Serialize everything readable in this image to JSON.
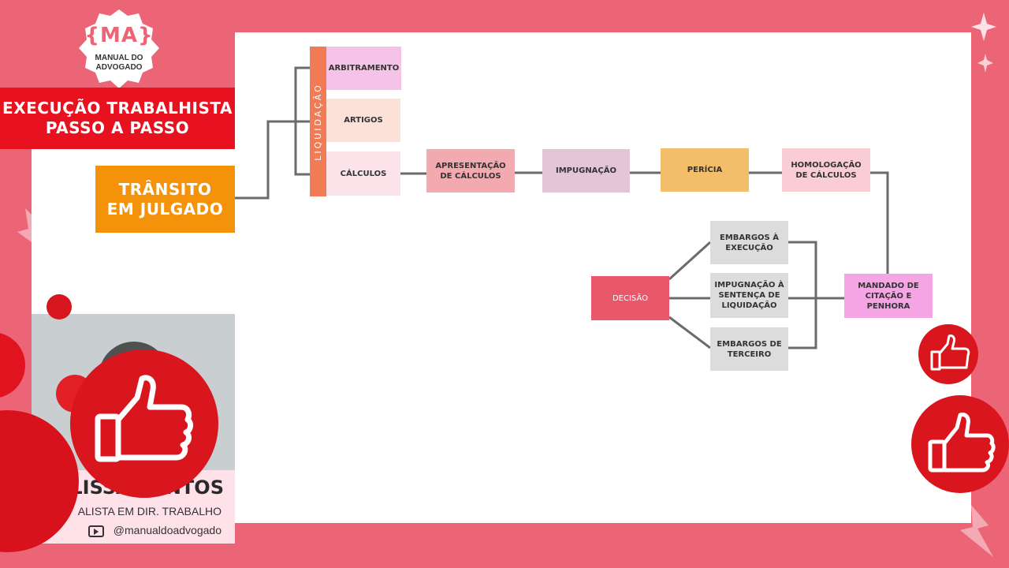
{
  "branding": {
    "logo_mark": "{MA}",
    "logo_text_line1": "MANUAL DO",
    "logo_text_line2": "ADVOGADO",
    "title_line1": "EXECUÇÃO TRABALHISTA",
    "title_line2": "PASSO A PASSO"
  },
  "diagram": {
    "start": "TRÂNSITO\nEM JULGADO",
    "liquidacao_label": "LIQUIDAÇÃO",
    "liquidacao_options": [
      "ARBITRAMENTO",
      "ARTIGOS",
      "CÁLCULOS"
    ],
    "flow": [
      "APRESENTAÇÃO\nDE CÁLCULOS",
      "IMPUGNAÇÃO",
      "PERÍCIA",
      "HOMOLOGAÇÃO\nDE CÁLCULOS"
    ],
    "mandado": "MANDADO DE\nCITAÇÃO E\nPENHORA",
    "defesas": [
      "EMBARGOS À\nEXECUÇÃO",
      "IMPUGNAÇÃO À\nSENTENÇA DE\nLIQUIDAÇÃO",
      "EMBARGOS DE\nTERCEIRO"
    ],
    "decisao": "DECISÃO"
  },
  "presenter": {
    "name": "LISSA SANTOS",
    "role": "ALISTA EM DIR. TRABALHO",
    "handle": "@manualdoadvogado"
  },
  "colors": {
    "background": "#ec6577",
    "title_band": "#e8111f",
    "start_node": "#f4930a",
    "liquidacao_bar": "#f07b55",
    "arbitramento": "#f6c3e8",
    "artigos": "#fce1d8",
    "calculos": "#fde4ea",
    "apresentacao": "#f2a9b0",
    "impugnacao": "#e4c5d7",
    "pericia": "#f3bd6a",
    "homologacao": "#f9cdd3",
    "mandado": "#f5a5e3",
    "defesa": "#dcdcdc",
    "decisao": "#e8586a",
    "connector": "#6b6b6b"
  },
  "icons": [
    "thumbs-up-icon",
    "youtube-icon",
    "instagram-icon",
    "sparkle-icon",
    "lightning-icon"
  ]
}
